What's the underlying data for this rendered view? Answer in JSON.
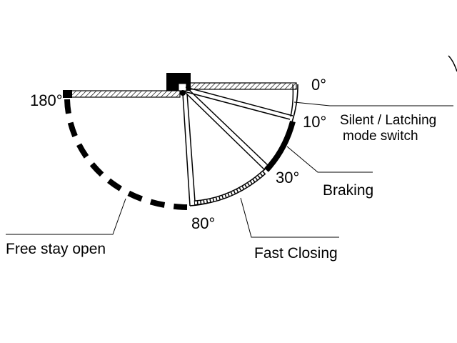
{
  "colors": {
    "line": "#000000",
    "background": "#ffffff"
  },
  "angles": {
    "a0": "0°",
    "a10": "10°",
    "a30": "30°",
    "a80": "80°",
    "a180": "180°"
  },
  "zones": {
    "silent_line1": "Silent / Latching",
    "silent_line2": "mode switch",
    "braking": "Braking",
    "fast_closing": "Fast Closing",
    "free_stay_open": "Free stay open"
  }
}
